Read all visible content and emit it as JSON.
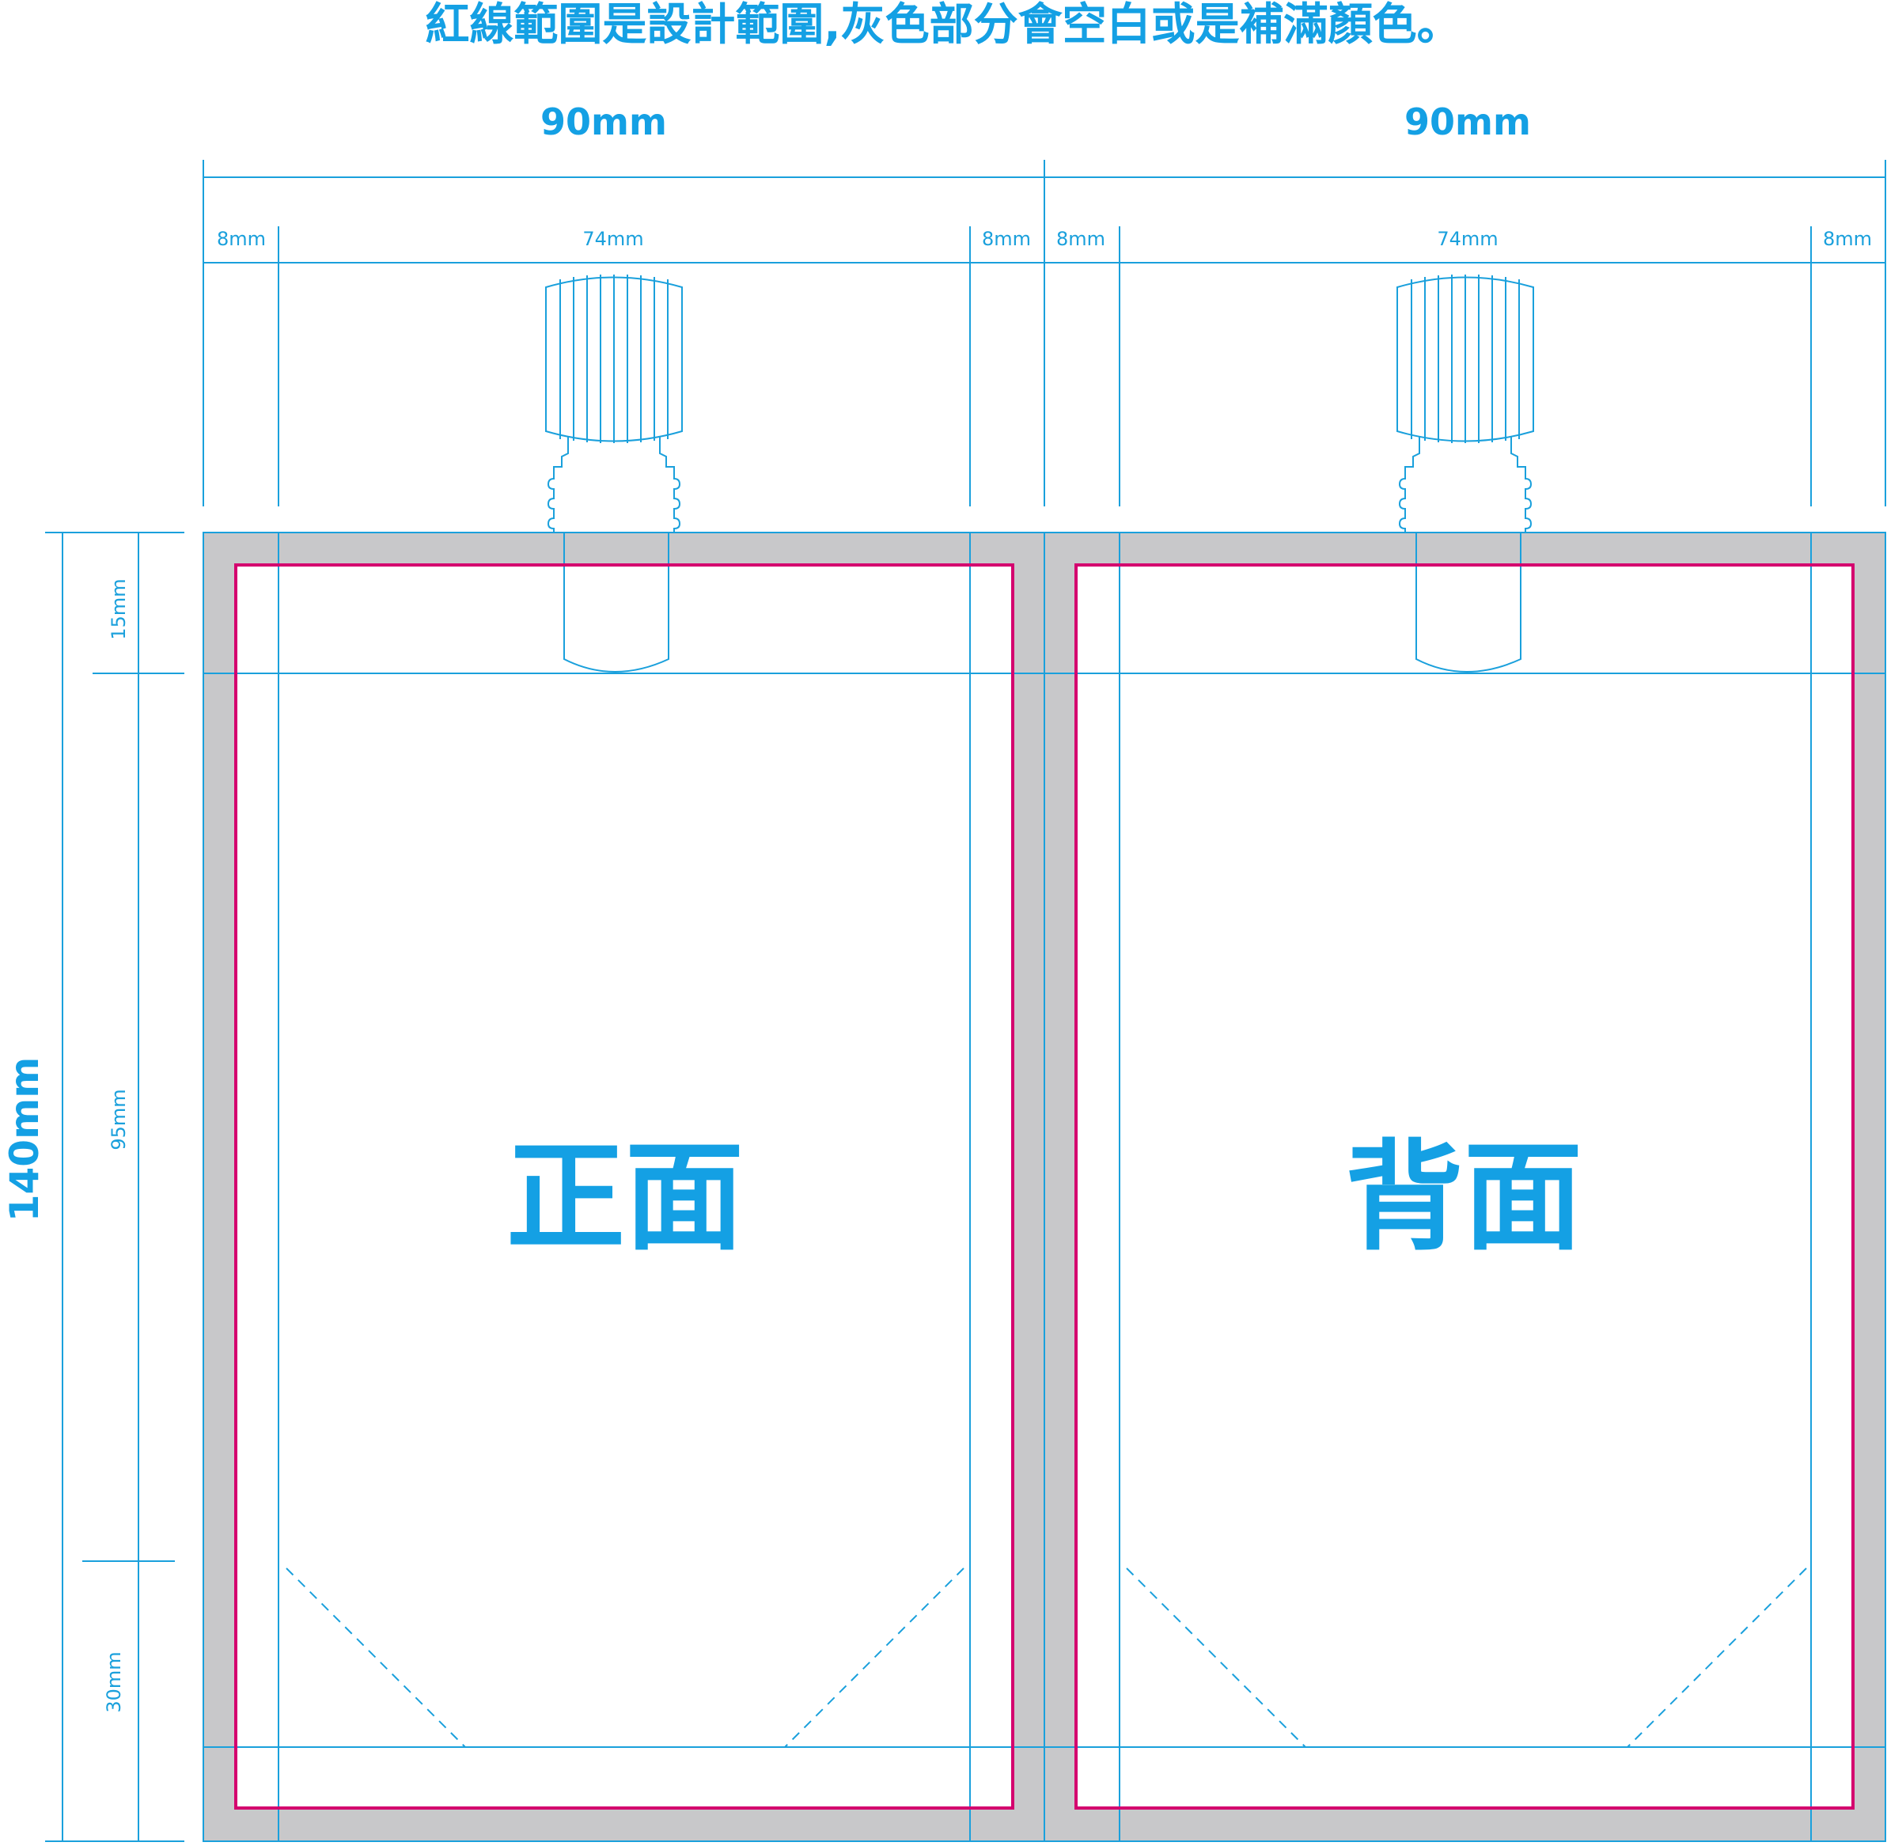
{
  "header": {
    "note": "紅線範圍是設計範圍,灰色部分會空白或是補滿顏色。"
  },
  "dimensions": {
    "panel_width": "90mm",
    "left_margin": "8mm",
    "inner_width": "74mm",
    "right_margin": "8mm",
    "total_height": "140mm",
    "top_zone": "15mm",
    "middle_zone": "95mm",
    "bottom_zone": "30mm"
  },
  "panels": [
    {
      "label": "正面"
    },
    {
      "label": "背面"
    }
  ],
  "colors": {
    "guide": "#1aa0dc",
    "label": "#14a0e4",
    "design_line": "#d4006e",
    "bleed_area": "#c8c8ca",
    "background": "#ffffff"
  }
}
